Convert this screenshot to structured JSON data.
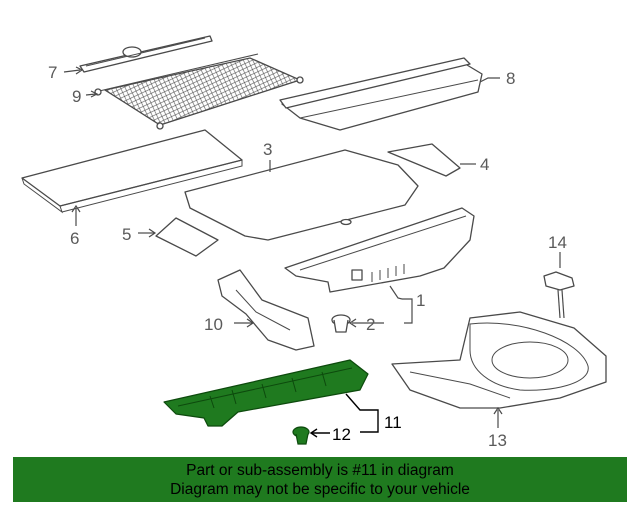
{
  "callouts": {
    "c1": "1",
    "c2": "2",
    "c3": "3",
    "c4": "4",
    "c5": "5",
    "c6": "6",
    "c7": "7",
    "c8": "8",
    "c9": "9",
    "c10": "10",
    "c11": "11",
    "c12": "12",
    "c13": "13",
    "c14": "14"
  },
  "highlight": {
    "part_number": "11",
    "color": "#1f7a1f"
  },
  "banner": {
    "line1": "Part or sub-assembly is #11 in diagram",
    "line2": "Diagram may not be specific to your vehicle"
  }
}
